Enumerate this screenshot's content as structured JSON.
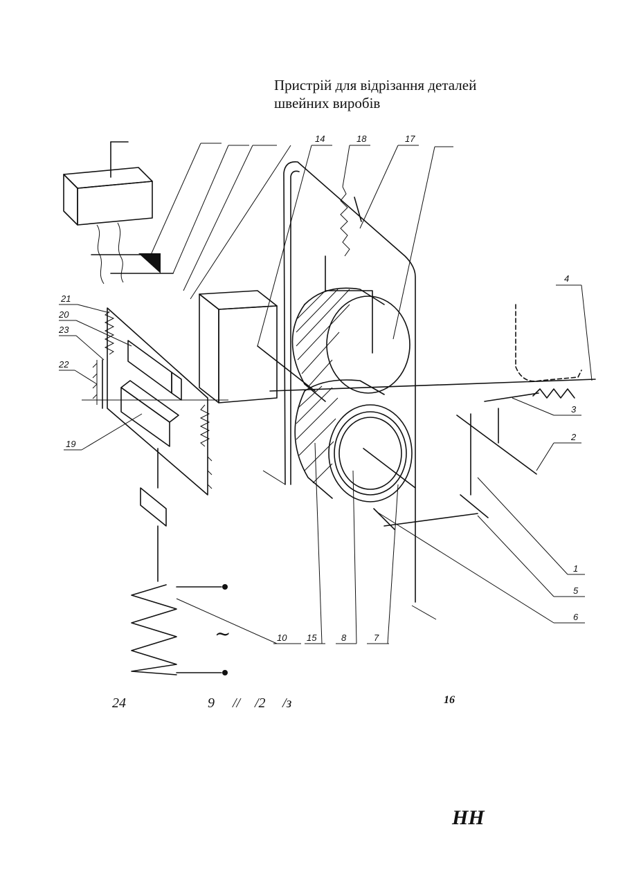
{
  "title": {
    "line1": "Пристрій для відрізання деталей",
    "line2": "швейних виробів"
  },
  "callouts": {
    "c1": "1",
    "c2": "2",
    "c3": "3",
    "c4": "4",
    "c5": "5",
    "c6": "6",
    "c7": "7",
    "c8": "8",
    "c10": "10",
    "c14": "14",
    "c15": "15",
    "c17": "17",
    "c18": "18",
    "c19": "19",
    "c20": "20",
    "c21": "21",
    "c22": "22",
    "c23": "23"
  },
  "bottom_labels": {
    "l24": "24",
    "l9": "9",
    "l11": "//",
    "l12": "/2",
    "l13": "/з",
    "l16": "16",
    "hh": "НН"
  },
  "ac_symbol": "~"
}
